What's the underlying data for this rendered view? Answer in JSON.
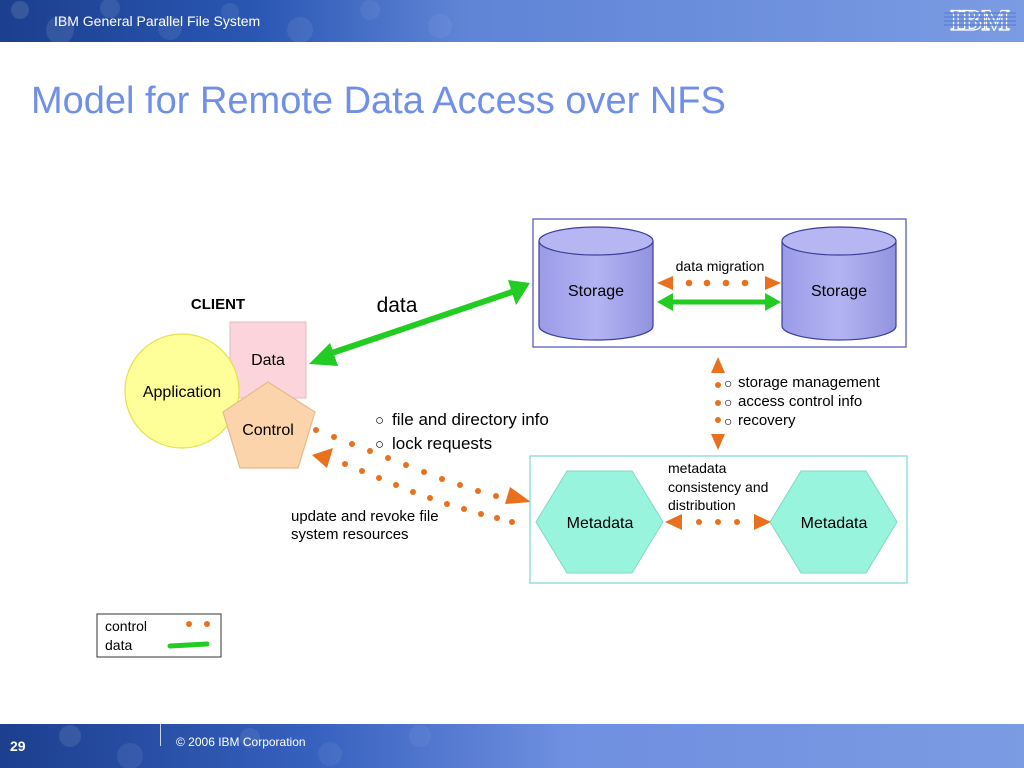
{
  "header": {
    "title": "IBM General Parallel File System",
    "logo": "IBM"
  },
  "slide": {
    "title": "Model for Remote Data Access over NFS"
  },
  "client": {
    "label": "CLIENT",
    "application": "Application",
    "data_box": "Data",
    "control": "Control"
  },
  "data_link": {
    "label": "data"
  },
  "storage_group": {
    "left": "Storage",
    "right": "Storage",
    "migration_label": "data migration"
  },
  "storage_services": [
    "storage management",
    "access control info",
    "recovery"
  ],
  "requests": [
    "file and directory info",
    "lock requests"
  ],
  "bullet_glyph": "○",
  "update_note": {
    "line1": "update and revoke file",
    "line2": "system resources"
  },
  "metadata_group": {
    "left": "Metadata",
    "right": "Metadata",
    "consistency_label": [
      "metadata",
      "consistency and",
      "distribution"
    ]
  },
  "legend": {
    "control": "control",
    "data": "data"
  },
  "colors": {
    "control_dot": "#e8701e",
    "data_line": "#22cc22",
    "storage_fill": "#a7a8ee",
    "metadata_fill": "#99f4dd",
    "application_fill": "#ffff99",
    "control_fill": "#fcd4ac",
    "data_box_fill": "#fcd4dc",
    "title_color": "#6f8fe8"
  },
  "footer": {
    "page": "29",
    "copyright": "© 2006 IBM Corporation"
  }
}
